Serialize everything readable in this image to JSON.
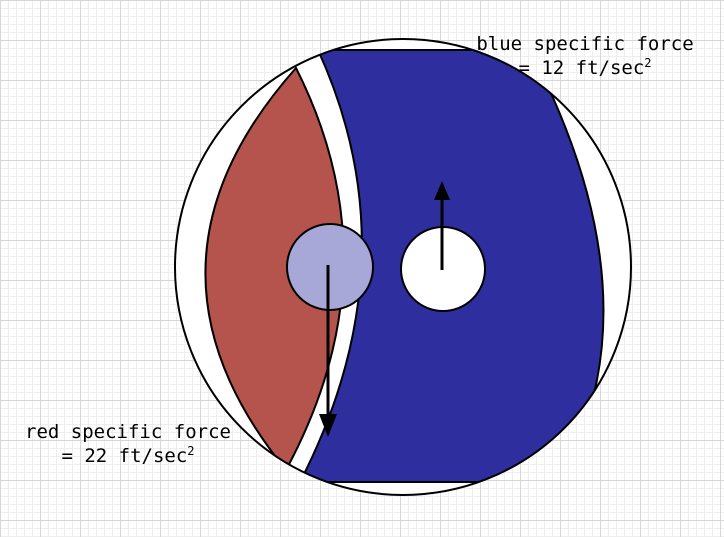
{
  "labels": {
    "blue": {
      "line1": "blue specific force",
      "line2": "= 12 ft/sec",
      "exp": "2"
    },
    "red": {
      "line1": "red specific force",
      "line2": "= 22 ft/sec",
      "exp": "2"
    }
  },
  "colors": {
    "red_region": "#b5534d",
    "blue_region": "#2e2e9e",
    "white_region": "#ffffff",
    "inner_circle": "#a8a8d8",
    "outline": "#000000",
    "arrow": "#000000"
  }
}
